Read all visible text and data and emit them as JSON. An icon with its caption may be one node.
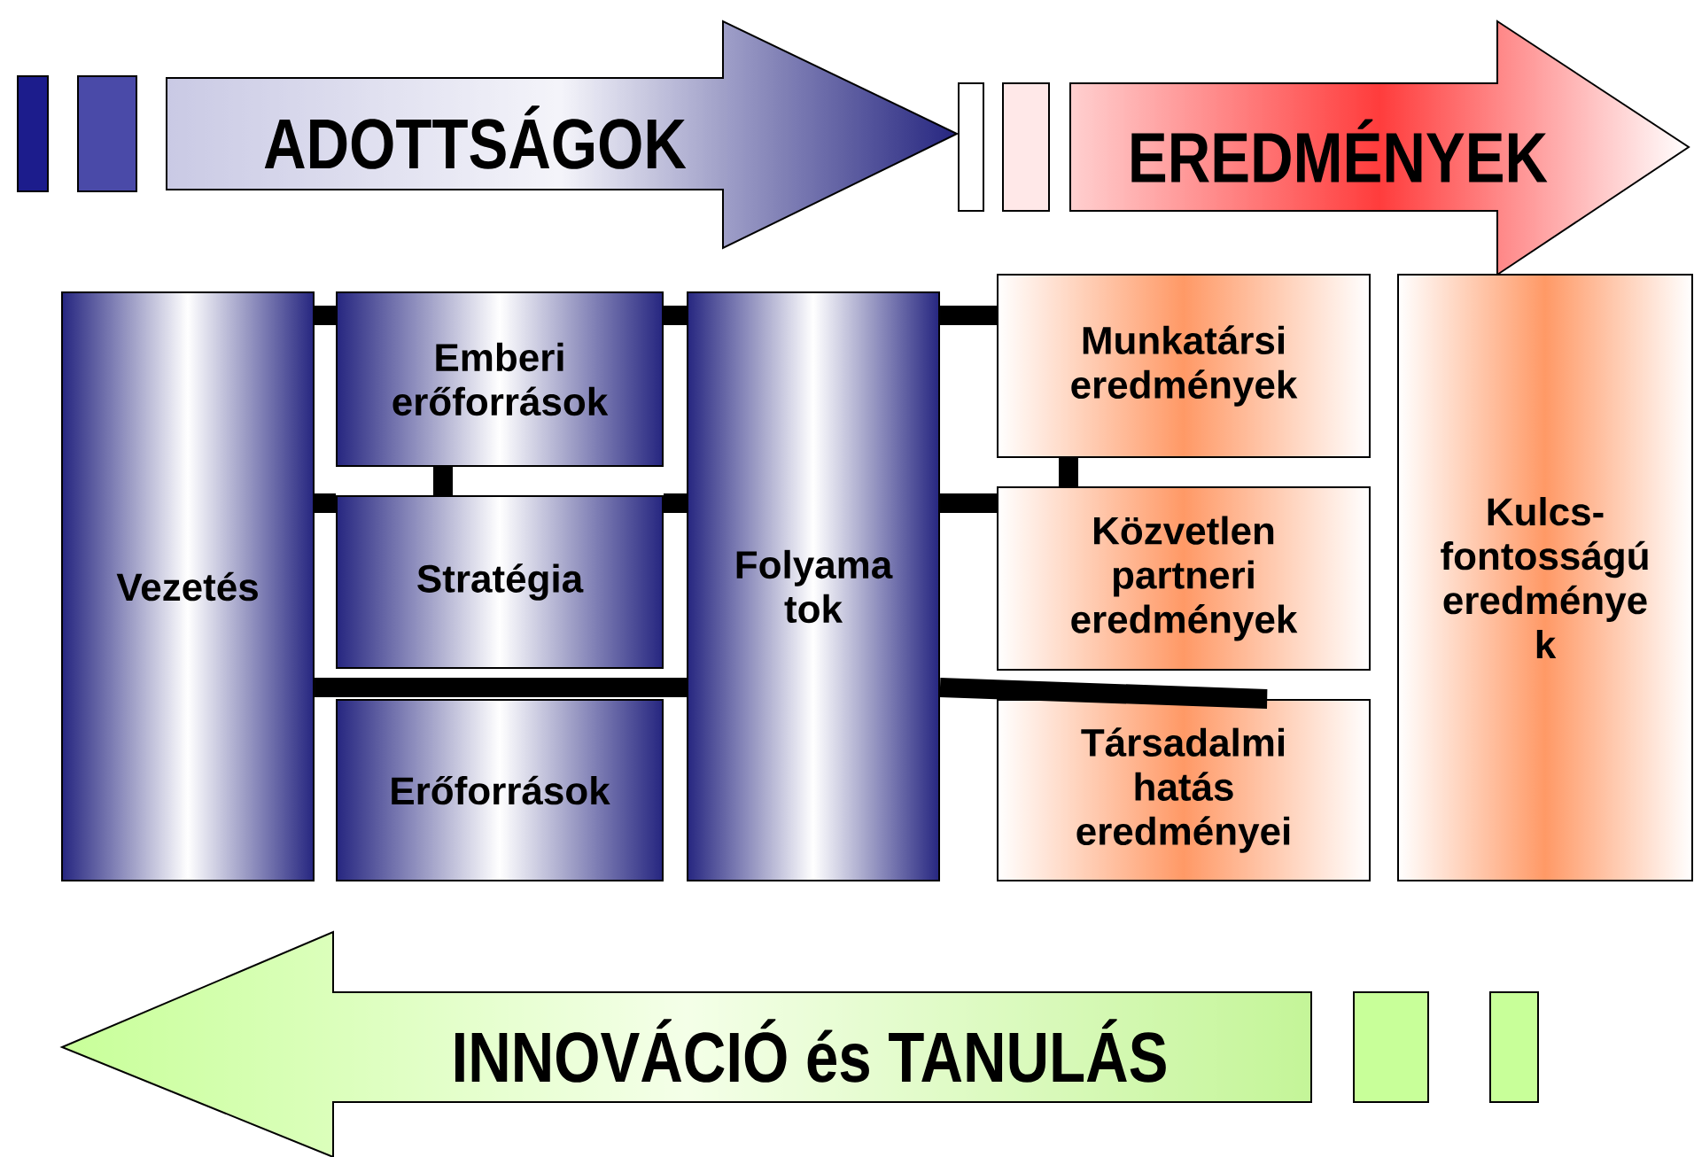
{
  "diagram": {
    "nodes": [
      {
        "text": [
          "ADOTTSÁGOK"
        ]
      },
      {
        "text": [
          "EREDMÉNYEK"
        ]
      },
      {
        "text": [
          "Vezetés"
        ]
      },
      {
        "text": [
          "Emberi erőforrások"
        ]
      },
      {
        "text": [
          "Stratégia"
        ]
      },
      {
        "text": [
          "Erőforrások"
        ]
      },
      {
        "text": [
          "Folyama tok"
        ]
      },
      {
        "text": [
          "Munkatársi eredmények"
        ]
      },
      {
        "text": [
          "Közvetlen partneri eredmények"
        ]
      },
      {
        "text": [
          "Társadalmi hatás eredményei"
        ]
      },
      {
        "text": [
          "Kulcs-fontosságú eredménye k"
        ]
      },
      {
        "text": [
          "INNOVÁCIÓ és TANULÁS"
        ]
      }
    ],
    "edges": [
      {
        "from": 2,
        "to": 3,
        "arrow": "none"
      },
      {
        "from": 3,
        "to": 6,
        "arrow": "none"
      },
      {
        "from": 2,
        "to": 4,
        "arrow": "none"
      },
      {
        "from": 4,
        "to": 6,
        "arrow": "none"
      },
      {
        "from": 3,
        "to": 4,
        "arrow": "none"
      },
      {
        "from": 2,
        "to": 6,
        "arrow": "none"
      },
      {
        "from": 6,
        "to": 7,
        "arrow": "none"
      },
      {
        "from": 6,
        "to": 8,
        "arrow": "none"
      },
      {
        "from": 7,
        "to": 8,
        "arrow": "none"
      },
      {
        "from": 6,
        "to": 9,
        "arrow": "none"
      }
    ]
  }
}
